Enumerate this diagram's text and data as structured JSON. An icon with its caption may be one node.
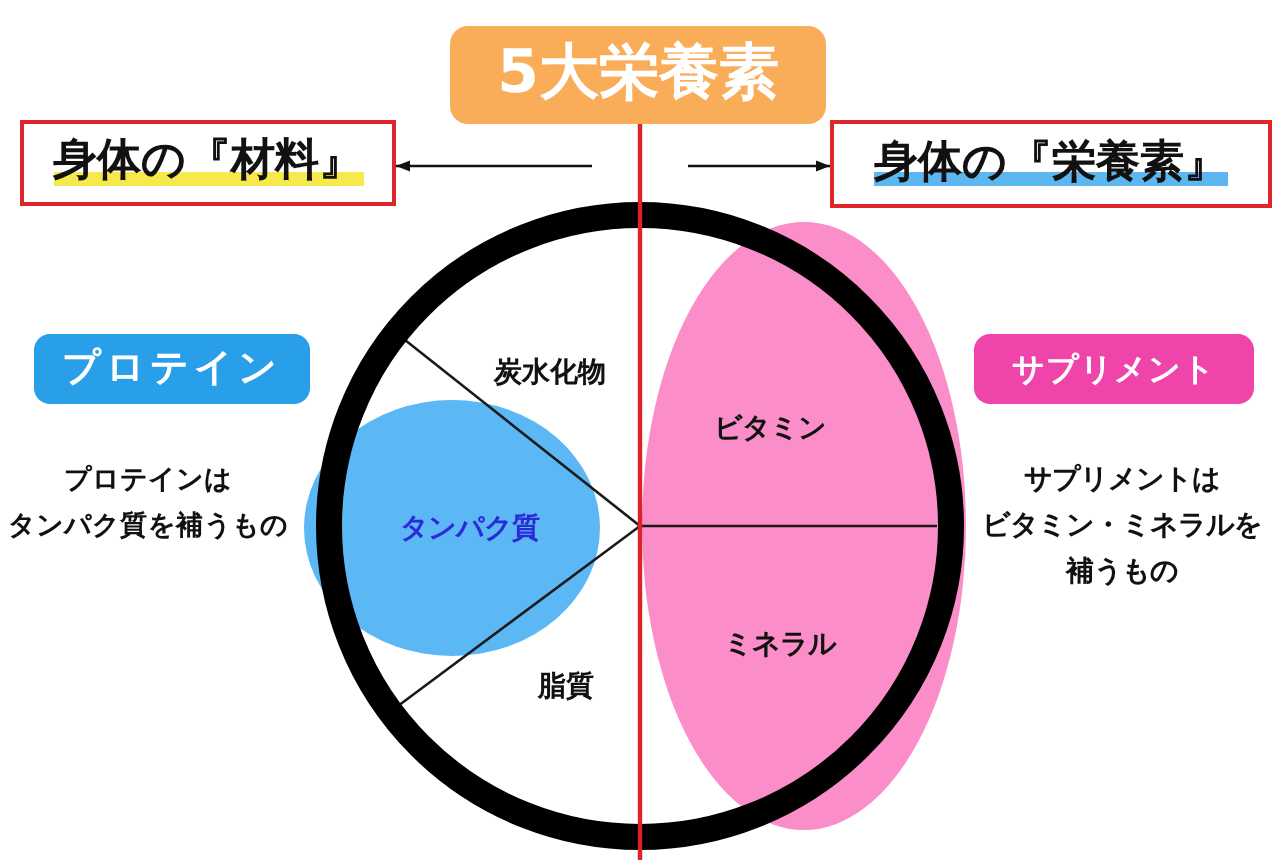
{
  "diagram": {
    "nodes": [
      {
        "text": [
          "5大栄養素"
        ]
      },
      {
        "text": [
          "身体の『材料』"
        ]
      },
      {
        "text": [
          "身体の『栄養素』"
        ]
      },
      {
        "text": [
          "プロテイン"
        ]
      },
      {
        "text": [],
        "shape": "circle"
      },
      {
        "text": [
          "炭水化物"
        ],
        "in": 4
      },
      {
        "text": [
          "タンパク質"
        ],
        "in": 4
      },
      {
        "text": [
          "脂質"
        ],
        "in": 4
      },
      {
        "text": [
          "ビタミン"
        ],
        "in": 4
      },
      {
        "text": [
          "ミネラル"
        ],
        "in": 4
      },
      {
        "text": [
          "サプリメント"
        ]
      }
    ],
    "edges": [
      {
        "from": null,
        "to": 1,
        "arrow": "to"
      },
      {
        "from": null,
        "to": 2,
        "arrow": "to"
      }
    ],
    "labels": [
      "プロテインはタンパク質を補うもの",
      "サプリメントはビタミン・ミネラルを補うもの"
    ]
  }
}
